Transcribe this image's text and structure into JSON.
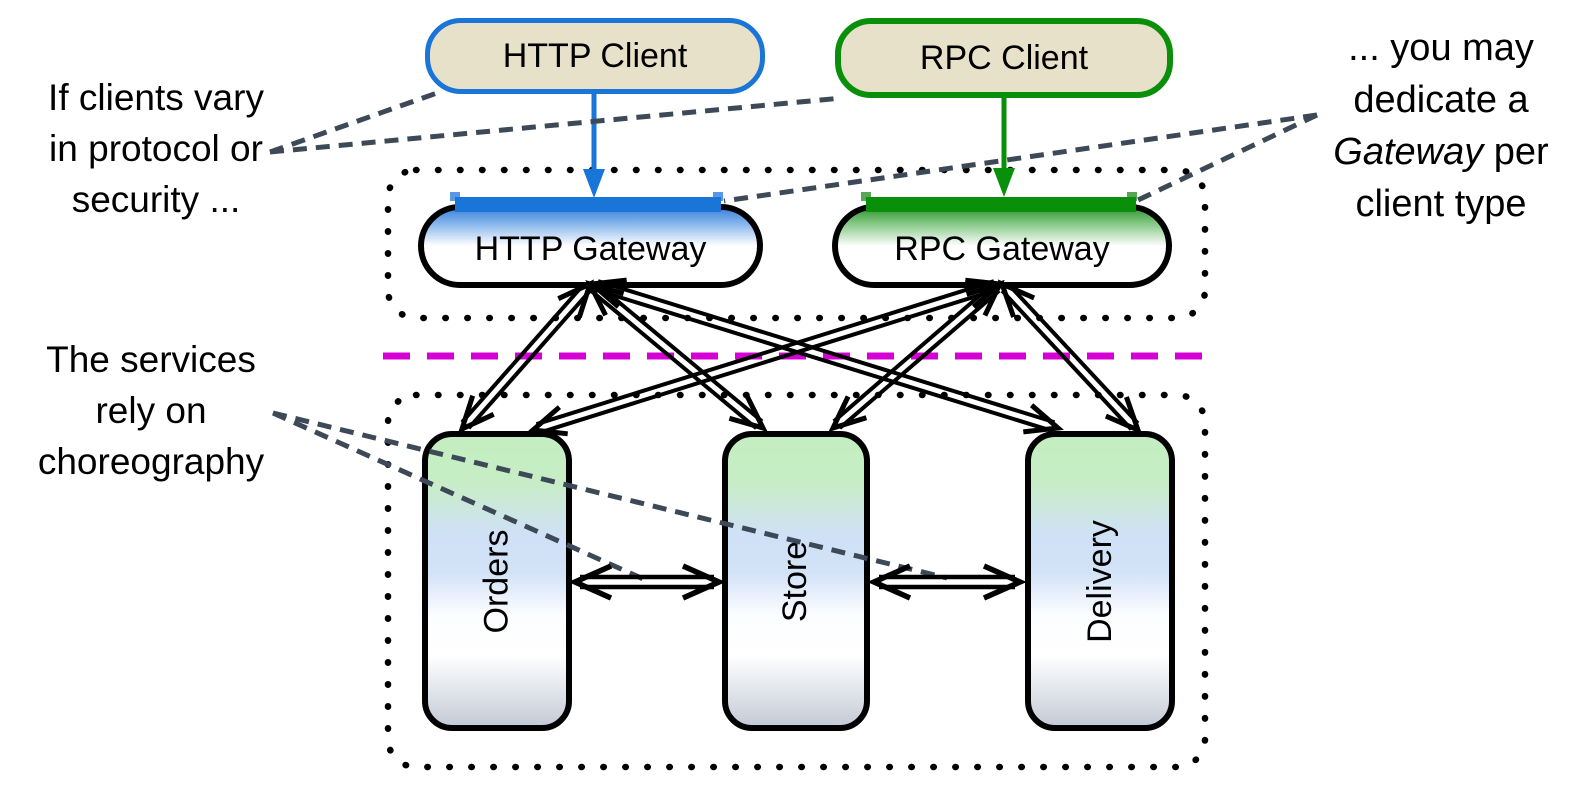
{
  "nodes": {
    "http_client": {
      "label": "HTTP Client"
    },
    "rpc_client": {
      "label": "RPC Client"
    },
    "http_gateway": {
      "label": "HTTP Gateway"
    },
    "rpc_gateway": {
      "label": "RPC Gateway"
    },
    "services": [
      {
        "label": "Orders"
      },
      {
        "label": "Store"
      },
      {
        "label": "Delivery"
      }
    ]
  },
  "notes": {
    "left": {
      "line1": "If clients vary",
      "line2": "in protocol or",
      "line3": "security ..."
    },
    "right": {
      "line1": "... you may",
      "line2": "dedicate a",
      "italic_word": "Gateway",
      "line3_rest": " per",
      "line4": "client type"
    },
    "choreography": {
      "line1": "The services",
      "line2": "rely on",
      "line3": "choreography"
    }
  },
  "edges": [
    {
      "from": "http_client",
      "to": "http_gateway",
      "style": "solid-arrow",
      "color": "#1a75d8"
    },
    {
      "from": "rpc_client",
      "to": "rpc_gateway",
      "style": "solid-arrow",
      "color": "#0a8f0a"
    },
    {
      "from": "http_gateway",
      "to": "Orders",
      "style": "double-line-bidirectional"
    },
    {
      "from": "http_gateway",
      "to": "Store",
      "style": "double-line-bidirectional"
    },
    {
      "from": "http_gateway",
      "to": "Delivery",
      "style": "double-line-bidirectional"
    },
    {
      "from": "rpc_gateway",
      "to": "Orders",
      "style": "double-line-bidirectional"
    },
    {
      "from": "rpc_gateway",
      "to": "Store",
      "style": "double-line-bidirectional"
    },
    {
      "from": "rpc_gateway",
      "to": "Delivery",
      "style": "double-line-bidirectional"
    },
    {
      "from": "Orders",
      "to": "Store",
      "style": "double-line-bidirectional"
    },
    {
      "from": "Store",
      "to": "Delivery",
      "style": "double-line-bidirectional"
    },
    {
      "from": "note-left",
      "to": "http_client",
      "style": "dashed-callout"
    },
    {
      "from": "note-left",
      "to": "rpc_client",
      "style": "dashed-callout"
    },
    {
      "from": "note-right",
      "to": "http_gateway-bar",
      "style": "dashed-callout"
    },
    {
      "from": "note-right",
      "to": "rpc_gateway-bar",
      "style": "dashed-callout"
    },
    {
      "from": "note-choreography",
      "to": "Orders-Store-link",
      "style": "dashed-callout"
    },
    {
      "from": "note-choreography",
      "to": "Store-Delivery-link",
      "style": "dashed-callout"
    }
  ],
  "colors": {
    "http_accent": "#1a75d8",
    "rpc_accent": "#0a8f0a",
    "client_fill": "#e8e1ca",
    "boundary_separator": "#d400d4",
    "callout_dash": "#3d4956",
    "service_green": "#c3eec1",
    "service_blue": "#cfe1f7",
    "service_gray": "#c5cbd7",
    "line_black": "#000000"
  }
}
